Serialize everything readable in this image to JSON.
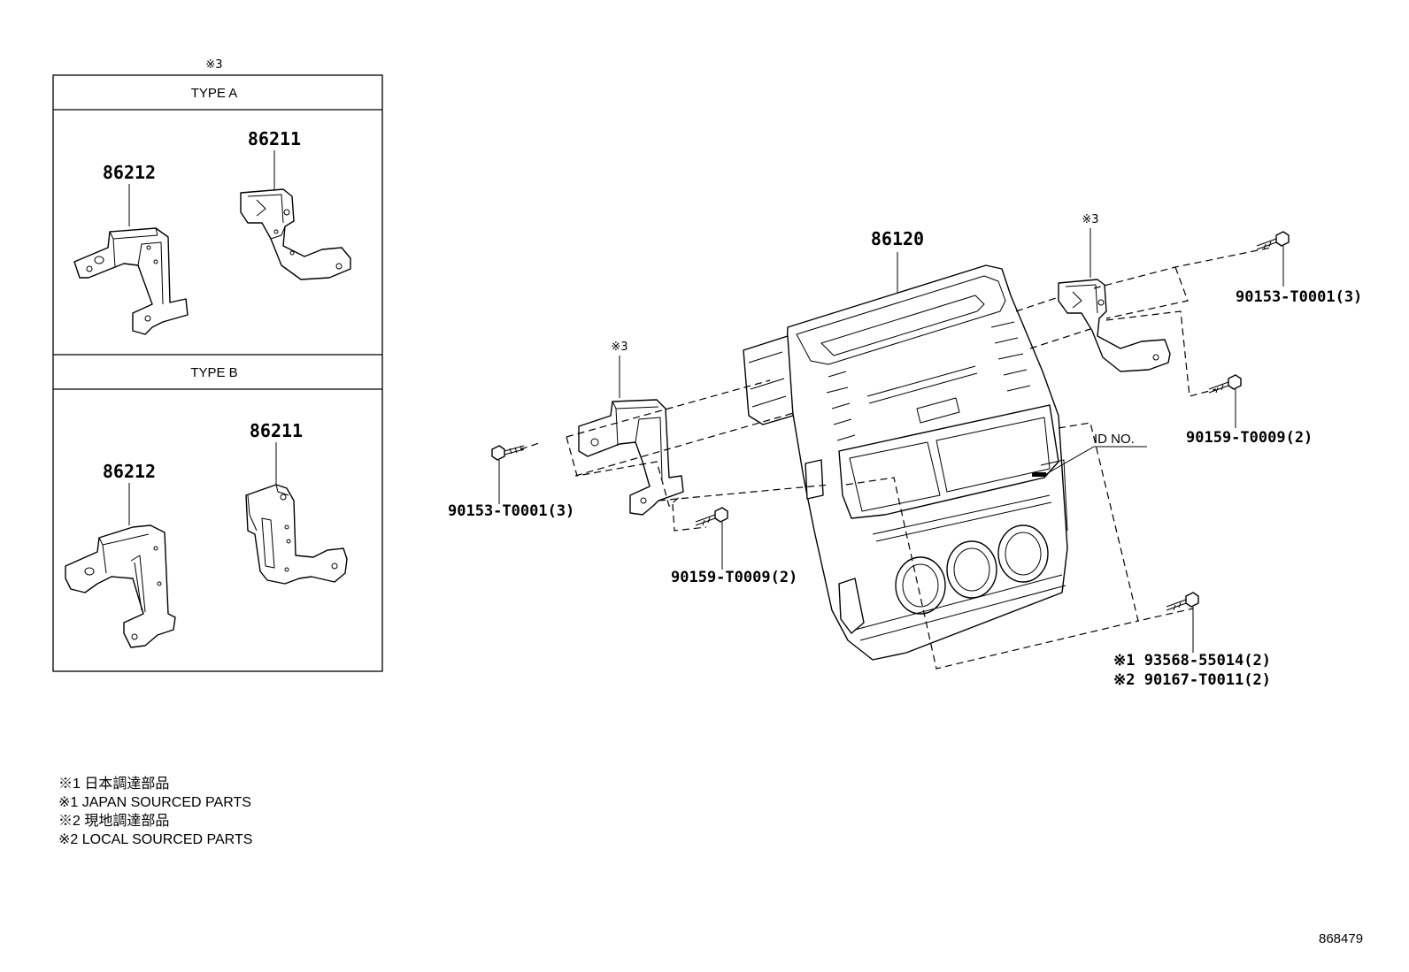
{
  "inset": {
    "marker": "※3",
    "type_a": {
      "title": "TYPE A",
      "left_part": "86212",
      "right_part": "86211"
    },
    "type_b": {
      "title": "TYPE B",
      "left_part": "86212",
      "right_part": "86211"
    }
  },
  "main": {
    "panel_part": "86120",
    "bracket_marker_left": "※3",
    "bracket_marker_right": "※3",
    "screw_left_upper": "90153-T0001(3)",
    "screw_left_lower": "90159-T0009(2)",
    "screw_right_upper": "90153-T0001(3)",
    "screw_right_mid": "90159-T0009(2)",
    "id_label": "ID NO.",
    "screw_bottom_1": "※1 93568-55014(2)",
    "screw_bottom_2": "※2 90167-T0011(2)"
  },
  "notes": [
    "※1 日本調達部品",
    "※1 JAPAN SOURCED PARTS",
    "※2 現地調達部品",
    "※2 LOCAL SOURCED PARTS"
  ],
  "diagram_code": "868479"
}
